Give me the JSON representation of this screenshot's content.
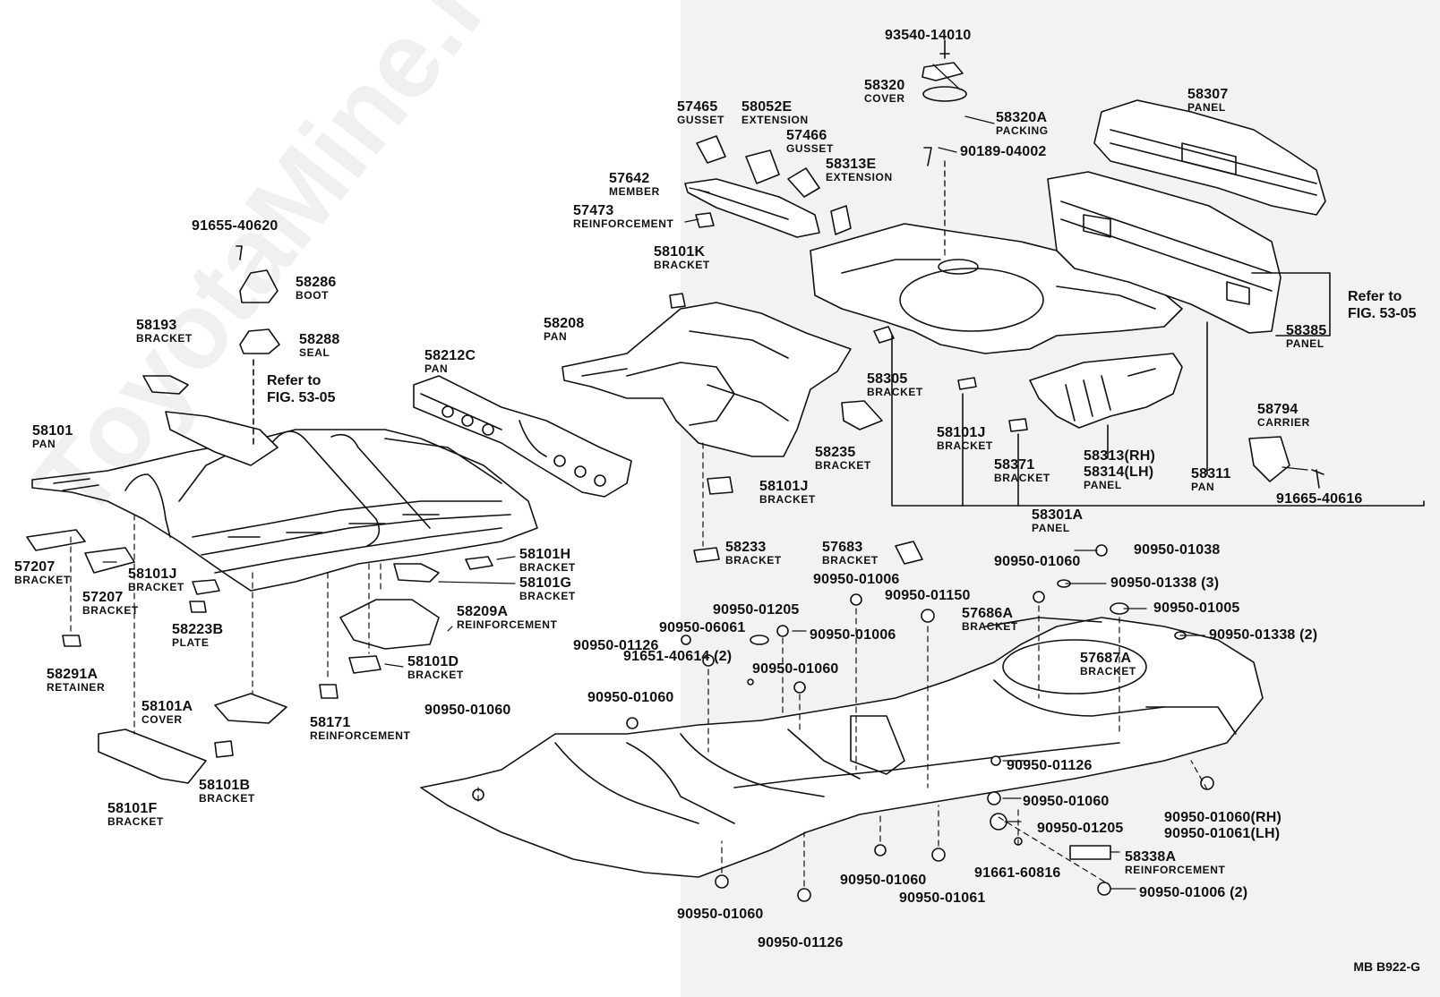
{
  "diagram": {
    "code": "MB B922-G",
    "watermark": "ToyotaMine.ru",
    "refer_left": [
      "Refer to",
      "FIG. 53-05"
    ],
    "refer_right": [
      "Refer to",
      "FIG. 53-05"
    ]
  },
  "labels": [
    {
      "n": "93540-14010",
      "d": ""
    },
    {
      "n": "58320",
      "d": "COVER"
    },
    {
      "n": "58320A",
      "d": "PACKING"
    },
    {
      "n": "90189-04002",
      "d": ""
    },
    {
      "n": "58307",
      "d": "PANEL"
    },
    {
      "n": "57465",
      "d": "GUSSET"
    },
    {
      "n": "58052E",
      "d": "EXTENSION"
    },
    {
      "n": "57466",
      "d": "GUSSET"
    },
    {
      "n": "58313E",
      "d": "EXTENSION"
    },
    {
      "n": "57642",
      "d": "MEMBER"
    },
    {
      "n": "57473",
      "d": "REINFORCEMENT"
    },
    {
      "n": "91655-40620",
      "d": ""
    },
    {
      "n": "58286",
      "d": "BOOT"
    },
    {
      "n": "58288",
      "d": "SEAL"
    },
    {
      "n": "58193",
      "d": "BRACKET"
    },
    {
      "n": "58101K",
      "d": "BRACKET"
    },
    {
      "n": "58208",
      "d": "PAN"
    },
    {
      "n": "58212C",
      "d": "PAN"
    },
    {
      "n": "58101",
      "d": "PAN"
    },
    {
      "n": "58385",
      "d": "PANEL"
    },
    {
      "n": "58305",
      "d": "BRACKET"
    },
    {
      "n": "58101J",
      "d": "BRACKET"
    },
    {
      "n": "58794",
      "d": "CARRIER"
    },
    {
      "n": "58235",
      "d": "BRACKET"
    },
    {
      "n": "58371",
      "d": "BRACKET"
    },
    {
      "n": "58313(RH)",
      "d": ""
    },
    {
      "n": "58314(LH)",
      "d": "PANEL"
    },
    {
      "n": "58311",
      "d": "PAN"
    },
    {
      "n": "91665-40616",
      "d": ""
    },
    {
      "n": "58101J",
      "d": "BRACKET"
    },
    {
      "n": "58301A",
      "d": "PANEL"
    },
    {
      "n": "57207",
      "d": "BRACKET"
    },
    {
      "n": "57207",
      "d": "BRACKET"
    },
    {
      "n": "58101J",
      "d": "BRACKET"
    },
    {
      "n": "58101H",
      "d": "BRACKET"
    },
    {
      "n": "58101G",
      "d": "BRACKET"
    },
    {
      "n": "58233",
      "d": "BRACKET"
    },
    {
      "n": "57683",
      "d": "BRACKET"
    },
    {
      "n": "90950-01060",
      "d": ""
    },
    {
      "n": "90950-01038",
      "d": ""
    },
    {
      "n": "90950-01338 (3)",
      "d": ""
    },
    {
      "n": "90950-01006",
      "d": ""
    },
    {
      "n": "90950-01150",
      "d": ""
    },
    {
      "n": "90950-01005",
      "d": ""
    },
    {
      "n": "58223B",
      "d": "PLATE"
    },
    {
      "n": "58209A",
      "d": "REINFORCEMENT"
    },
    {
      "n": "90950-01205",
      "d": ""
    },
    {
      "n": "57686A",
      "d": "BRACKET"
    },
    {
      "n": "90950-01338 (2)",
      "d": ""
    },
    {
      "n": "90950-06061",
      "d": ""
    },
    {
      "n": "90950-01006",
      "d": ""
    },
    {
      "n": "90950-01126",
      "d": ""
    },
    {
      "n": "58291A",
      "d": "RETAINER"
    },
    {
      "n": "58101D",
      "d": "BRACKET"
    },
    {
      "n": "90950-01060",
      "d": ""
    },
    {
      "n": "57687A",
      "d": "BRACKET"
    },
    {
      "n": "91651-40614 (2)",
      "d": ""
    },
    {
      "n": "90950-01060",
      "d": ""
    },
    {
      "n": "58101A",
      "d": "COVER"
    },
    {
      "n": "58171",
      "d": "REINFORCEMENT"
    },
    {
      "n": "90950-01060",
      "d": ""
    },
    {
      "n": "90950-01126",
      "d": ""
    },
    {
      "n": "58101B",
      "d": "BRACKET"
    },
    {
      "n": "90950-01060",
      "d": ""
    },
    {
      "n": "58101F",
      "d": "BRACKET"
    },
    {
      "n": "90950-01060(RH)",
      "d": ""
    },
    {
      "n": "90950-01061(LH)",
      "d": ""
    },
    {
      "n": "90950-01205",
      "d": ""
    },
    {
      "n": "58338A",
      "d": "REINFORCEMENT"
    },
    {
      "n": "91661-60816",
      "d": ""
    },
    {
      "n": "90950-01060",
      "d": ""
    },
    {
      "n": "90950-01061",
      "d": ""
    },
    {
      "n": "90950-01006 (2)",
      "d": ""
    },
    {
      "n": "90950-01060",
      "d": ""
    },
    {
      "n": "90950-01126",
      "d": ""
    }
  ]
}
